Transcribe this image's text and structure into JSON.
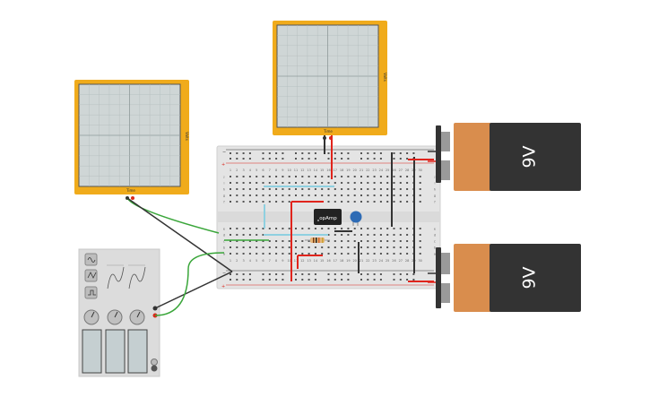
{
  "scope1": {
    "axis_x": "Time",
    "axis_y": "Volts"
  },
  "scope2": {
    "axis_x": "Time",
    "axis_y": "Volts"
  },
  "opamp": {
    "label": "opAmp"
  },
  "battery_top": {
    "label": "9V"
  },
  "battery_bottom": {
    "label": "9V"
  },
  "breadboard": {
    "row_letters_top": [
      "j",
      "i",
      "h",
      "g",
      "f"
    ],
    "row_letters_bottom": [
      "e",
      "d",
      "c",
      "b",
      "a"
    ],
    "col_numbers": [
      "1",
      "2",
      "3",
      "4",
      "5",
      "6",
      "7",
      "8",
      "9",
      "10",
      "11",
      "12",
      "13",
      "14",
      "15",
      "16",
      "17",
      "18",
      "19",
      "20",
      "21",
      "22",
      "23",
      "24",
      "25",
      "26",
      "27",
      "28",
      "29",
      "30"
    ],
    "rail_minus": "−",
    "rail_plus": "+"
  },
  "colors": {
    "scope_frame": "#f0ab1b",
    "scope_screen": "#cfd6d6",
    "breadboard": "#e4e4e4",
    "battery_body": "#333333",
    "battery_cap": "#d98d4d",
    "wire_green": "#3aa63a",
    "wire_red": "#e0241c",
    "wire_black": "#333333",
    "wire_cyan": "#8fd0e0",
    "capacitor": "#2d6bb5"
  }
}
